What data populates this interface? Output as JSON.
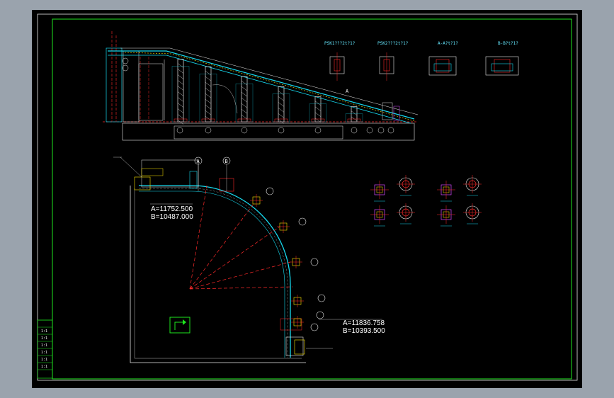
{
  "colors": {
    "background": "#9aa3ad",
    "sheet": "#000000",
    "frame": "#1ee61e",
    "outline": "#e8e8e8",
    "structure": "#17d9ee",
    "centerline": "#ff2a2a",
    "highlight": "#ffe600",
    "accent": "#d64cff"
  },
  "section_titles": [
    "PSK1???2t?1?",
    "PSK2???2t?1?",
    "A-A?t?1?",
    "B-B?t?1?"
  ],
  "coord_top": {
    "a": "A=11752.500",
    "b": "B=10487.000"
  },
  "coord_bottom": {
    "a": "A=11836.758",
    "b": "B=10393.500"
  },
  "axis_labels": [
    "A",
    "B"
  ],
  "table_rows": [
    "",
    "1:1",
    "1:1",
    "1:1",
    "1:1",
    "1:1",
    "1:1",
    ""
  ],
  "north_arrow": "north-arrow-icon"
}
